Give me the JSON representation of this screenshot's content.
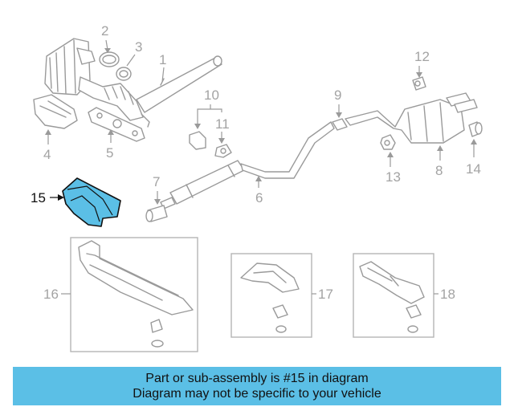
{
  "highlight_color": "#5bbfe6",
  "highlighted_part": "15",
  "callouts": {
    "c1": "1",
    "c2": "2",
    "c3": "3",
    "c4": "4",
    "c5": "5",
    "c6": "6",
    "c7": "7",
    "c8": "8",
    "c9": "9",
    "c10": "10",
    "c11": "11",
    "c12": "12",
    "c13": "13",
    "c14": "14",
    "c15": "15",
    "c16": "16",
    "c17": "17",
    "c18": "18"
  },
  "banner": {
    "line1": "Part or sub-assembly is #15 in diagram",
    "line2": "Diagram may not be specific to your vehicle"
  }
}
